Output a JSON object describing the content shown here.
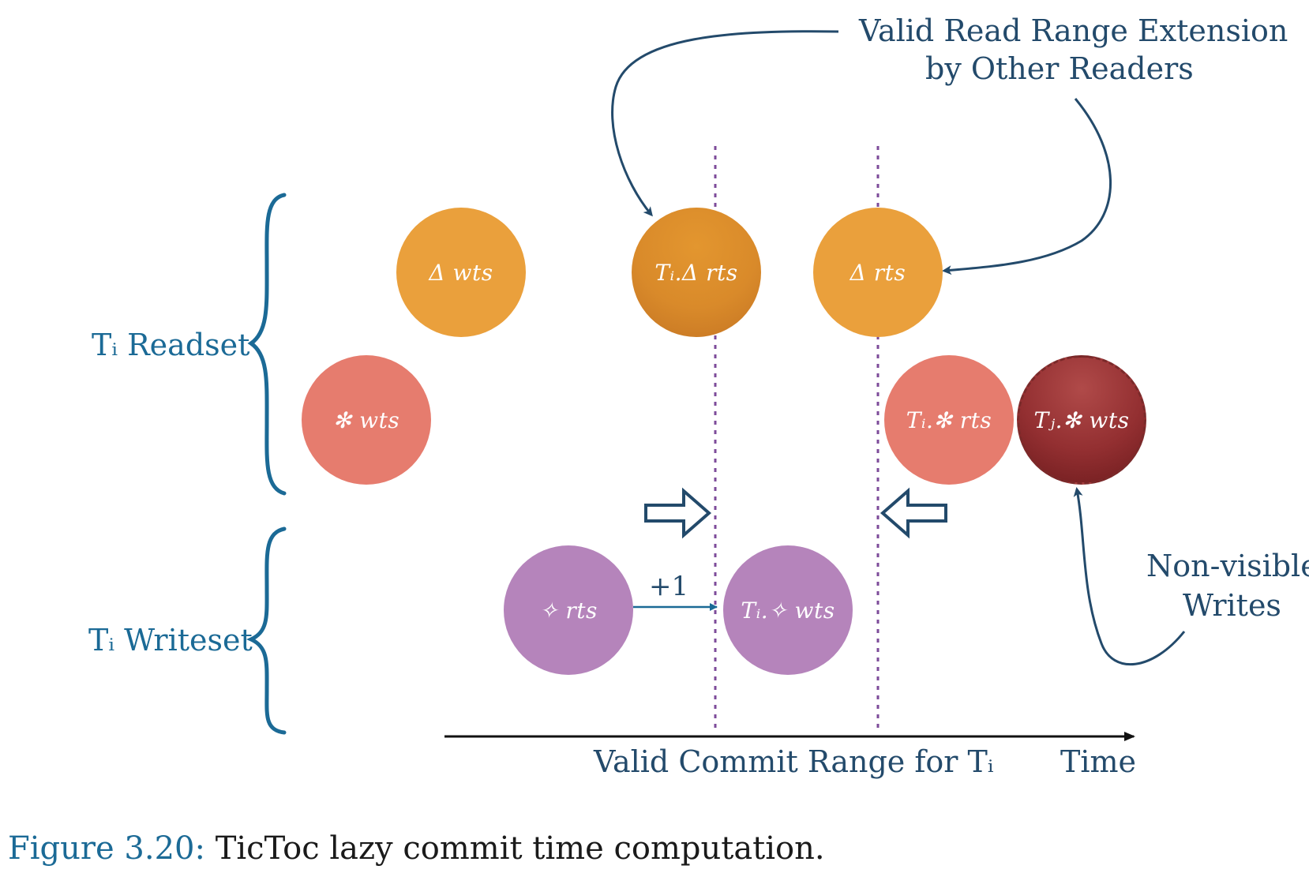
{
  "labels": {
    "annotation_top_line1": "Valid Read Range Extension",
    "annotation_top_line2": "by Other Readers",
    "readset": "Tᵢ Readset",
    "writeset": "Tᵢ Writeset",
    "nonvisible_line1": "Non-visible",
    "nonvisible_line2": "Writes",
    "increment": "+1",
    "commit_range": "Valid Commit Range for Tᵢ",
    "time": "Time"
  },
  "nodes": {
    "delta_wts": "Δ wts",
    "ti_delta_rts": "Tᵢ.Δ rts",
    "delta_rts": "Δ rts",
    "star_wts": "✻ wts",
    "ti_star_rts": "Tᵢ.✻ rts",
    "tj_star_wts": "Tⱼ.✻ wts",
    "sparkle_rts": "✧ rts",
    "ti_sparkle_wts": "Tᵢ.✧ wts"
  },
  "caption": {
    "number": "Figure 3.20:",
    "text": "TicToc lazy commit time computation."
  },
  "colors": {
    "accent_blue": "#1b6a96",
    "arrow_navy": "#234a6b",
    "dotted_purple": "#7d4b9a",
    "orange": "#eaa03c",
    "salmon": "#e67c6e",
    "maroon": "#932f31",
    "purple": "#b584bb"
  }
}
